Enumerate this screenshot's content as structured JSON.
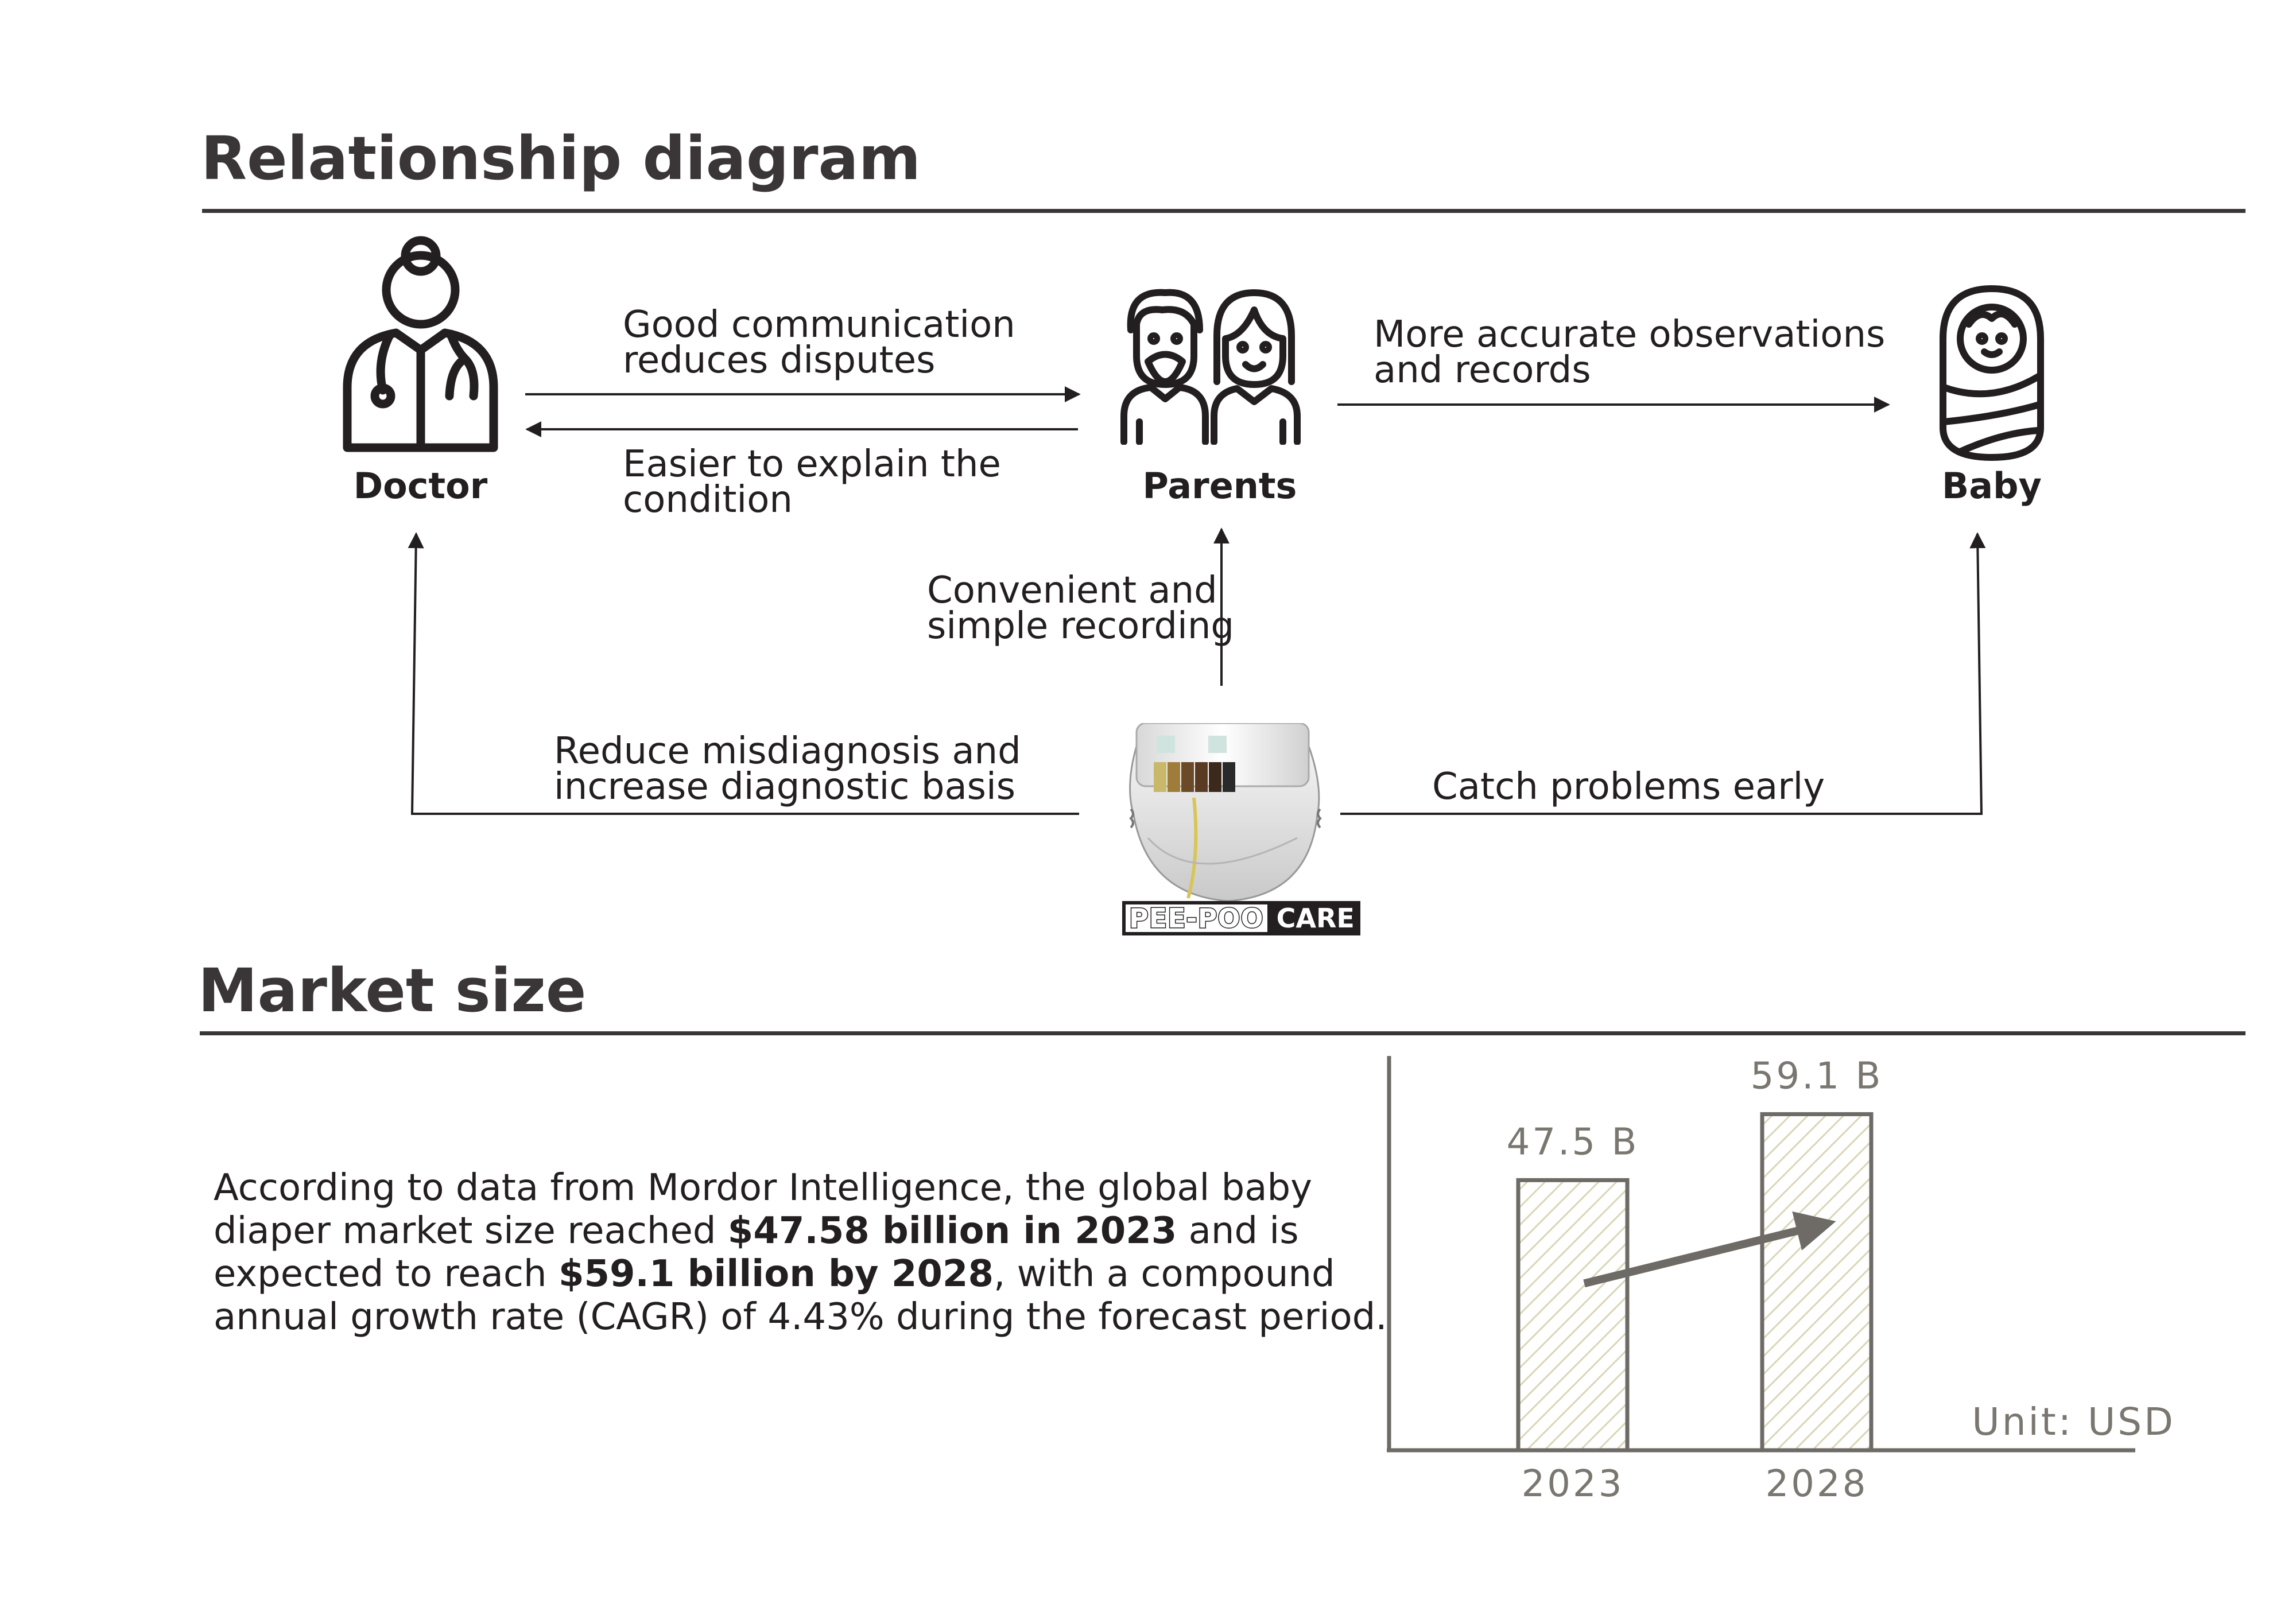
{
  "relationship": {
    "title": "Relationship diagram",
    "nodes": {
      "doctor": "Doctor",
      "parents": "Parents",
      "baby": "Baby"
    },
    "edges": {
      "doctor_to_parents": [
        "Good communication",
        "reduces disputes"
      ],
      "parents_to_doctor": [
        "Easier to explain the",
        "condition"
      ],
      "parents_to_baby": [
        "More accurate observations",
        "and records"
      ],
      "diaper_to_parents": [
        "Convenient and",
        "simple recording"
      ],
      "diaper_to_doctor": [
        "Reduce misdiagnosis and",
        "increase diagnostic basis"
      ],
      "diaper_to_baby": [
        "Catch problems early"
      ]
    },
    "logo": {
      "left": "PEE-POO",
      "right": "CARE"
    }
  },
  "market": {
    "title": "Market size",
    "paragraph": {
      "l1": "According to data from Mordor Intelligence, the global baby",
      "l2_a": "diaper market size reached ",
      "l2_b": "$47.58 billion in 2023",
      "l2_c": " and is",
      "l3_a": "expected to reach ",
      "l3_b": "$59.1 billion by 2028",
      "l3_c": ", with a compound",
      "l4": "annual growth rate (CAGR) of 4.43% during the forecast period."
    }
  },
  "chart_data": {
    "type": "bar",
    "categories": [
      "2023",
      "2028"
    ],
    "values": [
      47.5,
      59.1
    ],
    "value_labels": [
      "47.5 B",
      "59.1 B"
    ],
    "unit_label": "Unit: USD",
    "title": "",
    "xlabel": "",
    "ylabel": "",
    "ylim": [
      0,
      70
    ],
    "grid": false,
    "trend_arrow": true,
    "colors": {
      "bar_stroke": "#6e6a66",
      "hatch": "#d9d6b8",
      "label": "#7a7670",
      "arrow": "#6e6a66"
    }
  }
}
